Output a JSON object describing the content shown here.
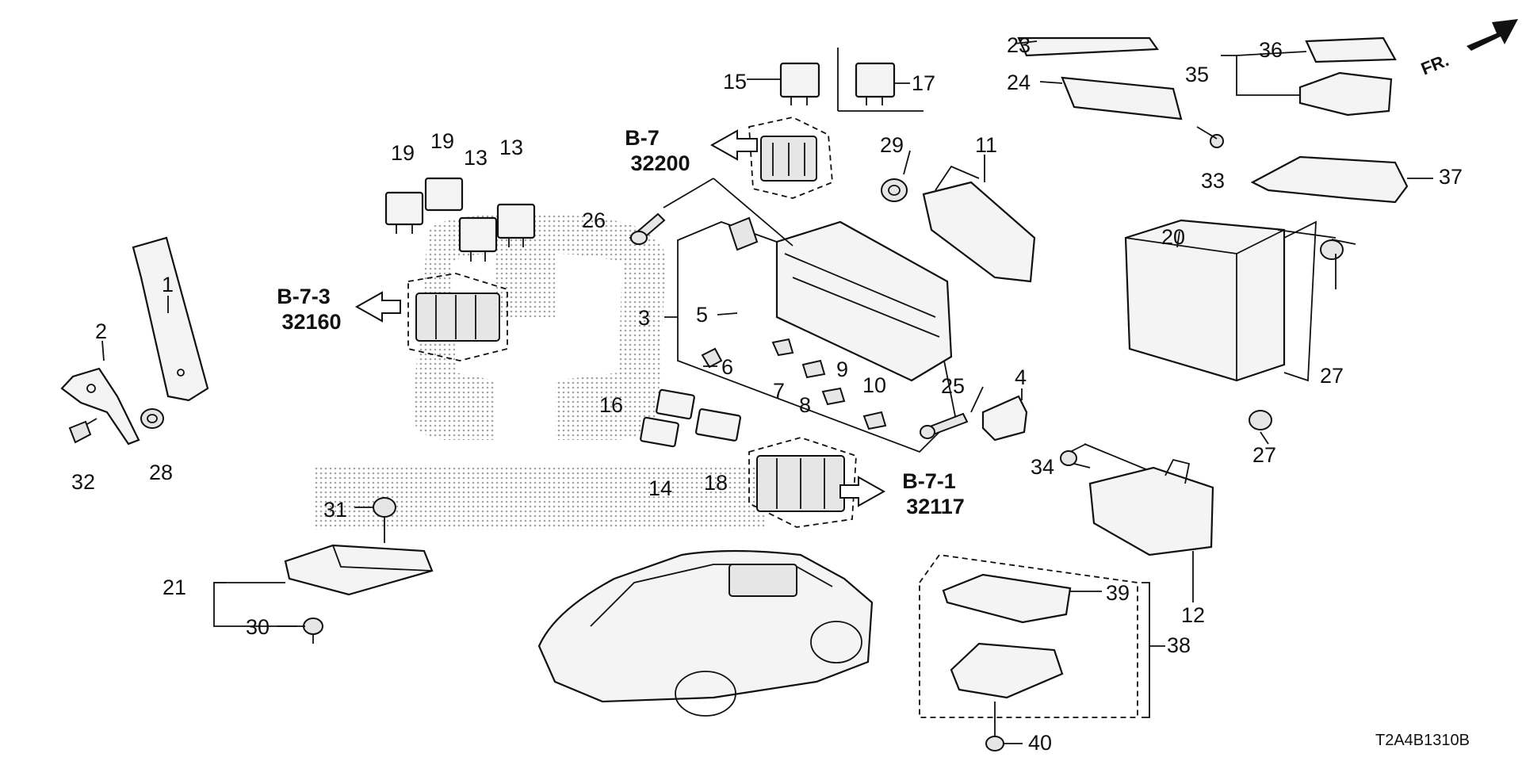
{
  "callouts": {
    "c1": "1",
    "c2": "2",
    "c3": "3",
    "c4": "4",
    "c5": "5",
    "c6": "6",
    "c7": "7",
    "c8": "8",
    "c9": "9",
    "c10": "10",
    "c11": "11",
    "c12": "12",
    "c13a": "13",
    "c13b": "13",
    "c14": "14",
    "c15": "15",
    "c16": "16",
    "c17": "17",
    "c18": "18",
    "c19a": "19",
    "c19b": "19",
    "c20": "20",
    "c21": "21",
    "c23": "23",
    "c24": "24",
    "c25": "25",
    "c26": "26",
    "c27a": "27",
    "c27b": "27",
    "c28": "28",
    "c29": "29",
    "c30": "30",
    "c31": "31",
    "c32": "32",
    "c33": "33",
    "c34": "34",
    "c35": "35",
    "c36": "36",
    "c37": "37",
    "c38": "38",
    "c39": "39",
    "c40": "40"
  },
  "references": {
    "b7": {
      "label": "B-7",
      "code": "32200"
    },
    "b73": {
      "label": "B-7-3",
      "code": "32160"
    },
    "b71": {
      "label": "B-7-1",
      "code": "32117"
    }
  },
  "direction": {
    "label": "FR."
  },
  "diagram_code": "T2A4B1310B",
  "icons": {
    "fr": "arrow-front-icon",
    "ref": "arrow-outline-icon"
  }
}
